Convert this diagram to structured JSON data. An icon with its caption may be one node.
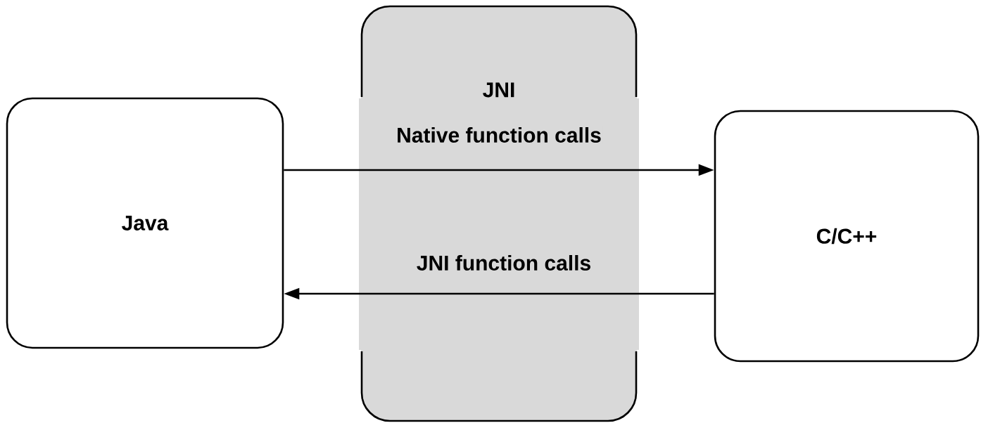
{
  "diagram": {
    "nodes": [
      {
        "text": [
          "Java"
        ]
      },
      {
        "text": [
          "JNI"
        ]
      },
      {
        "text": [
          "C/C++"
        ]
      }
    ],
    "edges": [
      {
        "from": 0,
        "to": 2,
        "arrow": "to",
        "label": "Native function calls"
      },
      {
        "from": 2,
        "to": 0,
        "arrow": "to",
        "label": "JNI function calls"
      }
    ]
  }
}
